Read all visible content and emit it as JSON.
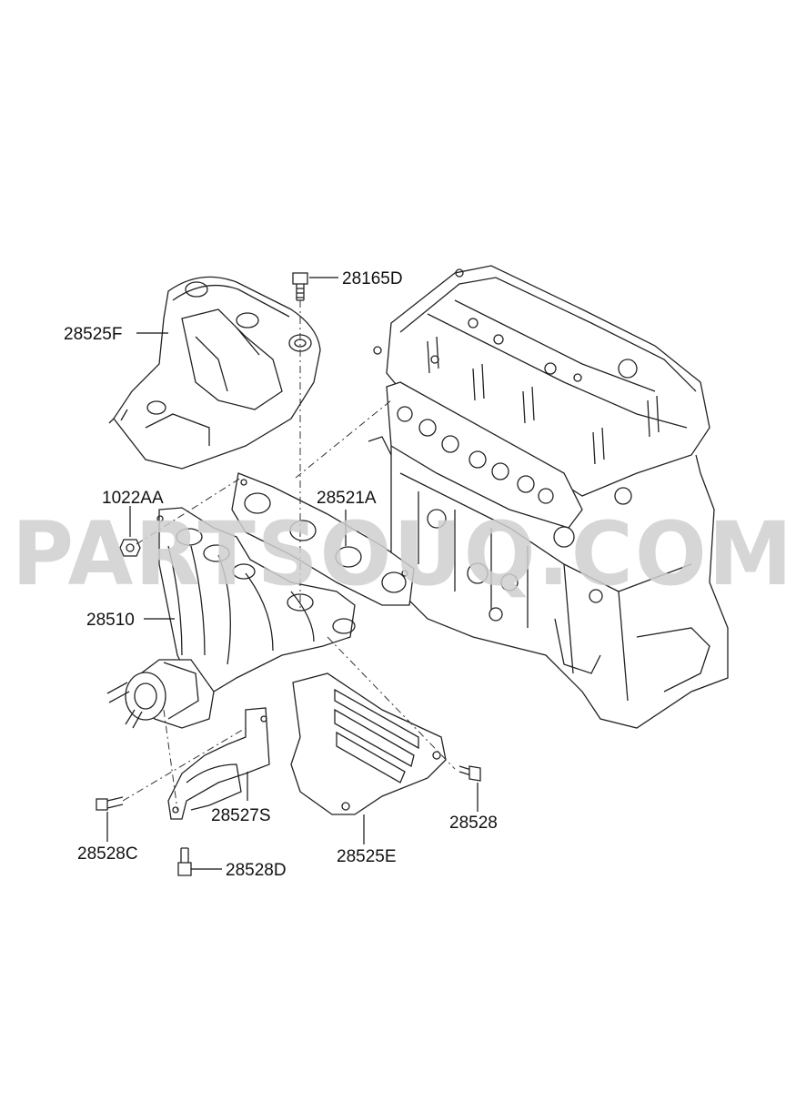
{
  "watermark": "PARTSOUQ.COM",
  "labels": {
    "p28165D": "28165D",
    "p28525F": "28525F",
    "p1022AA": "1022AA",
    "p28521A": "28521A",
    "p28510": "28510",
    "p28527S": "28527S",
    "p28528C": "28528C",
    "p28528D": "28528D",
    "p28525E": "28525E",
    "p28528": "28528"
  }
}
